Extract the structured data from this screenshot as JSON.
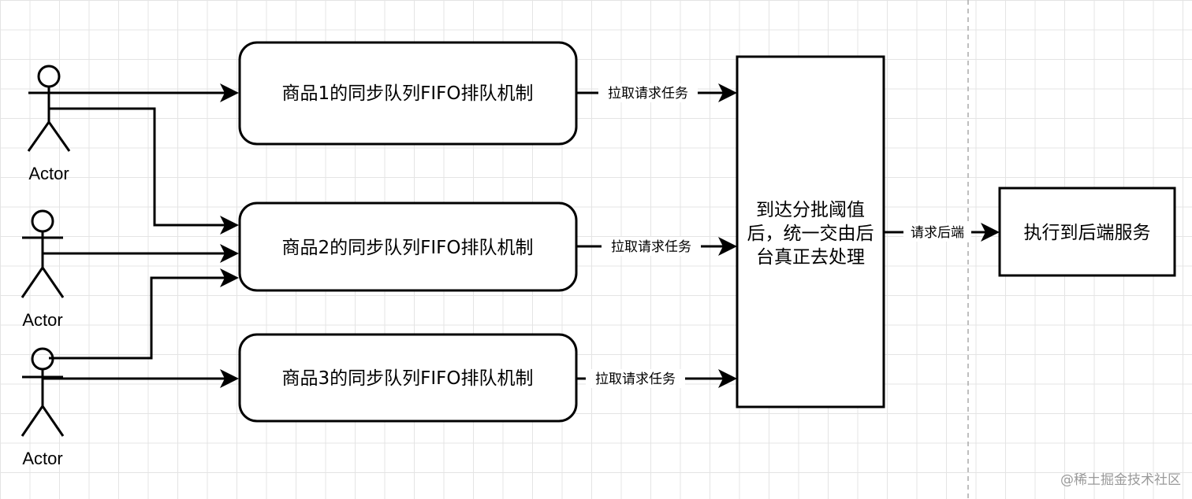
{
  "actors": [
    {
      "label": "Actor"
    },
    {
      "label": "Actor"
    },
    {
      "label": "Actor"
    }
  ],
  "queues": [
    {
      "label": "商品1的同步队列FIFO排队机制"
    },
    {
      "label": "商品2的同步队列FIFO排队机制"
    },
    {
      "label": "商品3的同步队列FIFO排队机制"
    }
  ],
  "pull_labels": [
    "拉取请求任务",
    "拉取请求任务",
    "拉取请求任务"
  ],
  "batch_box": {
    "lines": [
      "到达分批阈值",
      "后，统一交由后",
      "台真正去处理"
    ]
  },
  "request_label": "请求后端",
  "backend_box": {
    "label": "执行到后端服务"
  },
  "watermark": "@稀土掘金技术社区",
  "colors": {
    "stroke": "#000000",
    "grid": "#e4e4e4",
    "watermark": "#9a9a9a"
  }
}
